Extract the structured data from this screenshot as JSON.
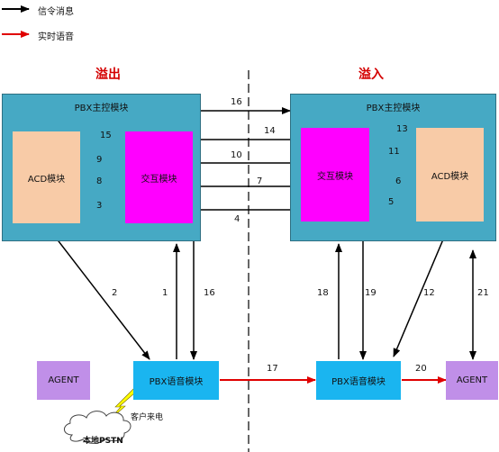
{
  "legend": {
    "signal_label": "信令消息",
    "voice_label": "实时语音"
  },
  "titles": {
    "left": "溢出",
    "right": "溢入"
  },
  "left": {
    "pbx_main": "PBX主控模块",
    "acd": "ACD模块",
    "switch": "交互模块",
    "voice": "PBX语音模块",
    "agent": "AGENT"
  },
  "right": {
    "pbx_main": "PBX主控模块",
    "acd": "ACD模块",
    "switch": "交互模块",
    "voice": "PBX语音模块",
    "agent": "AGENT"
  },
  "cloud": {
    "label": "本地PSTN",
    "call_label": "客户来电"
  },
  "steps": {
    "s1": "1",
    "s2": "2",
    "s3": "3",
    "s4": "4",
    "s5": "5",
    "s6": "6",
    "s7": "7",
    "s8": "8",
    "s9": "9",
    "s10": "10",
    "s11": "11",
    "s12": "12",
    "s13": "13",
    "s14": "14",
    "s15": "15",
    "s16a": "16",
    "s16b": "16",
    "s17": "17",
    "s18": "18",
    "s19": "19",
    "s20": "20",
    "s21": "21"
  },
  "colors": {
    "pbx_main": "#46a9c4",
    "acd": "#f8cba7",
    "switch": "#ff00ff",
    "voice": "#1ab5f0",
    "agent": "#c08fe8",
    "signal_arrow": "#000000",
    "voice_arrow": "#e00000",
    "title": "#d40000"
  }
}
